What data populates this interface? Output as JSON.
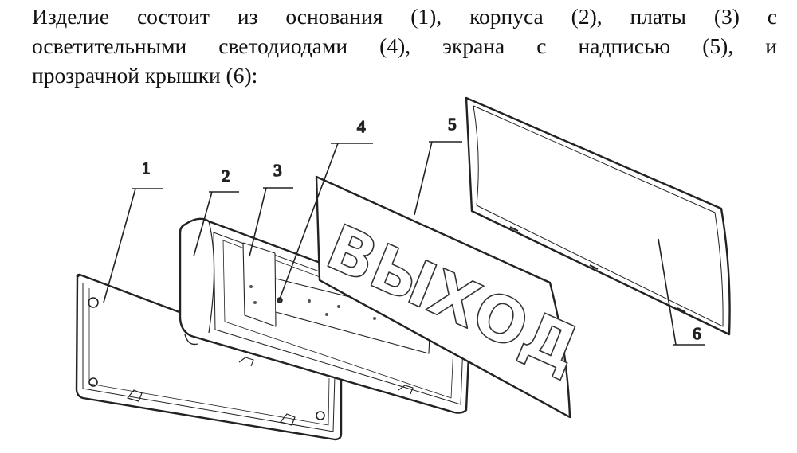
{
  "paragraph": {
    "line1": "Изделие состоит из основания (1), корпуса (2), платы (3) с",
    "line2": "осветительными светодиодами (4), экрана с надписью (5), и",
    "line3": "прозрачной крышки (6):"
  },
  "figure": {
    "screen_text": "ВЫХОД",
    "labels": [
      "1",
      "2",
      "3",
      "4",
      "5",
      "6"
    ]
  }
}
